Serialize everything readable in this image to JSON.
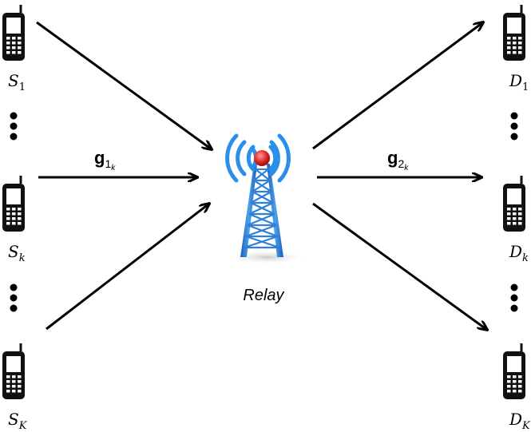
{
  "nodes": {
    "sources": [
      {
        "base": "S",
        "sub": "1"
      },
      {
        "base": "S",
        "sub": "k"
      },
      {
        "base": "S",
        "sub": "K"
      }
    ],
    "destinations": [
      {
        "base": "D",
        "sub": "1"
      },
      {
        "base": "D",
        "sub": "k"
      },
      {
        "base": "D",
        "sub": "K"
      }
    ],
    "relay": {
      "label": "Relay"
    }
  },
  "channels": {
    "source_to_relay": {
      "base": "g",
      "sub": "1",
      "subsub": "k"
    },
    "relay_to_destination": {
      "base": "g",
      "sub": "2",
      "subsub": "k"
    }
  },
  "icons": {
    "phone": "mobile-phone-icon",
    "tower": "relay-tower-icon"
  },
  "colors": {
    "phone": "#111111",
    "arrow": "#000000",
    "tower_blue": "#2f7fd6",
    "tower_red": "#e53030"
  }
}
